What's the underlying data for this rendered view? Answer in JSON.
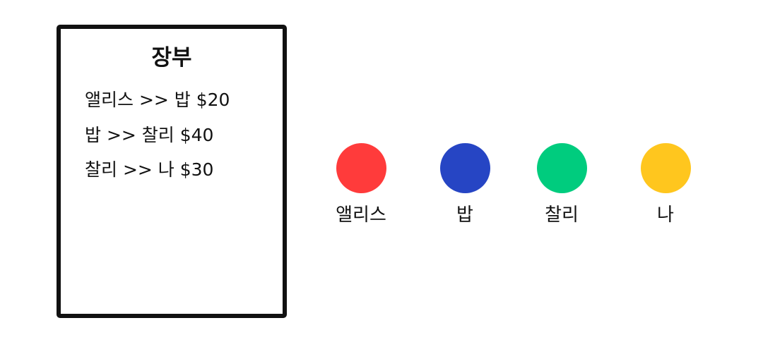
{
  "ledger": {
    "title": "장부",
    "entries": [
      "앨리스 >> 밥 $20",
      "밥 >> 찰리 $40",
      "찰리 >> 나 $30"
    ]
  },
  "people": [
    {
      "label": "앨리스",
      "color": "#ff3b3b"
    },
    {
      "label": "밥",
      "color": "#2645c4"
    },
    {
      "label": "찰리",
      "color": "#00cc7e"
    },
    {
      "label": "나",
      "color": "#ffc61e"
    }
  ]
}
